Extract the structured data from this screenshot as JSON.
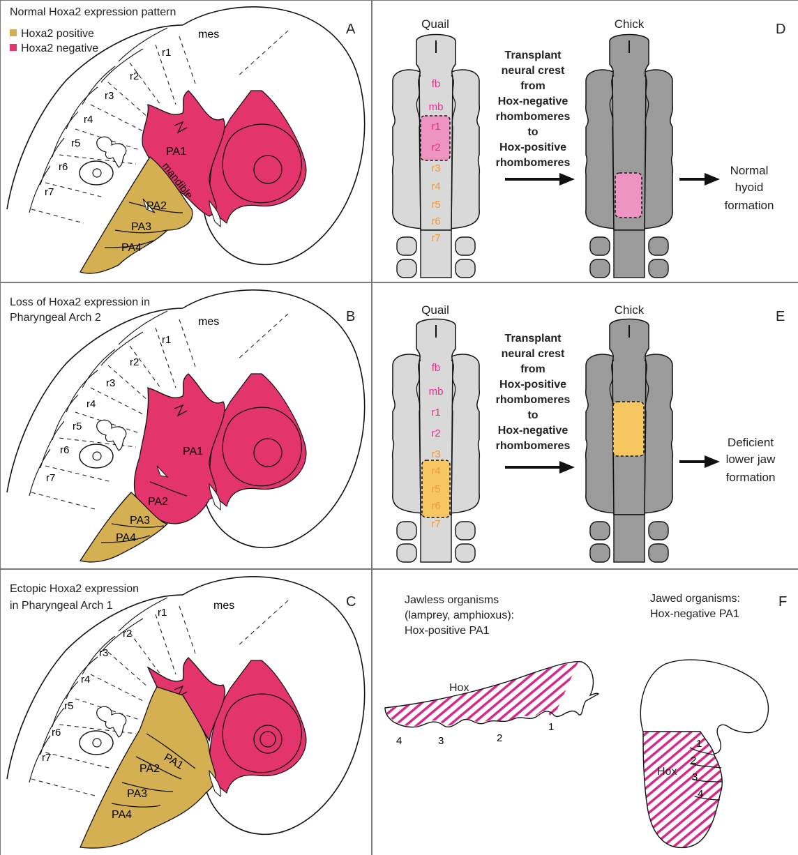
{
  "panels": {
    "A": {
      "letter": "A",
      "title_lines": [
        "Normal Hoxa2 expression pattern"
      ],
      "legend": [
        {
          "label": "Hoxa2 positive",
          "color": "#d4b052"
        },
        {
          "label": "Hoxa2 negative",
          "color": "#e3356b"
        }
      ],
      "labels": {
        "mes": "mes",
        "r1": "r1",
        "r2": "r2",
        "r3": "r3",
        "r4": "r4",
        "r5": "r5",
        "r6": "r6",
        "r7": "r7",
        "pa1": "PA1",
        "mandible": "mandible",
        "pa2": "PA2",
        "pa3": "PA3",
        "pa4": "PA4"
      }
    },
    "B": {
      "letter": "B",
      "title_lines": [
        "Loss of Hoxa2 expression in",
        "Pharyngeal Arch 2"
      ],
      "labels": {
        "mes": "mes",
        "r1": "r1",
        "r2": "r2",
        "r3": "r3",
        "r4": "r4",
        "r5": "r5",
        "r6": "r6",
        "r7": "r7",
        "pa1": "PA1",
        "pa2": "PA2",
        "pa3": "PA3",
        "pa4": "PA4"
      }
    },
    "C": {
      "letter": "C",
      "title_lines": [
        "Ectopic Hoxa2 expression",
        "in Pharyngeal Arch 1"
      ],
      "labels": {
        "mes": "mes",
        "r1": "r1",
        "r2": "r2",
        "r3": "r3",
        "r4": "r4",
        "r5": "r5",
        "r6": "r6",
        "r7": "r7",
        "pa1": "PA1",
        "pa2": "PA2",
        "pa3": "PA3",
        "pa4": "PA4"
      }
    },
    "D": {
      "letter": "D",
      "quail": "Quail",
      "chick": "Chick",
      "segments": [
        "fb",
        "mb",
        "r1",
        "r2",
        "r3",
        "r4",
        "r5",
        "r6",
        "r7"
      ],
      "transplant_lines": [
        "Transplant",
        "neural crest",
        "from",
        "Hox-negative",
        "rhombomeres",
        "to",
        "Hox-positive",
        "rhombomeres"
      ],
      "result_lines": [
        "Normal",
        "hyoid",
        "formation"
      ]
    },
    "E": {
      "letter": "E",
      "quail": "Quail",
      "chick": "Chick",
      "segments": [
        "fb",
        "mb",
        "r1",
        "r2",
        "r3",
        "r4",
        "r5",
        "r6",
        "r7"
      ],
      "transplant_lines": [
        "Transplant",
        "neural crest",
        "from",
        "Hox-positive",
        "rhombomeres",
        "to",
        "Hox-negative",
        "rhombomeres"
      ],
      "result_lines": [
        "Deficient",
        "lower jaw",
        "formation"
      ]
    },
    "F": {
      "letter": "F",
      "jawless_lines": [
        "Jawless organisms",
        "(lamprey, amphioxus):",
        "Hox-positive PA1"
      ],
      "jawed_lines": [
        "Jawed organisms:",
        "Hox-negative PA1"
      ],
      "hox": "Hox",
      "jawless_numbers": [
        "4",
        "3",
        "2",
        "1"
      ],
      "jawed_numbers": [
        "1",
        "2",
        "3",
        "4"
      ]
    }
  },
  "colors": {
    "positive": "#d4b052",
    "negative": "#e3356b",
    "neg_text": "#e0308c",
    "pos_text": "#ef9a3a",
    "graft_pink": "#ee94c0",
    "graft_orange": "#f6c660",
    "quail_fill": "#d9d9d9",
    "chick_fill": "#9b9b9b",
    "hatch": "#d52a8a"
  }
}
